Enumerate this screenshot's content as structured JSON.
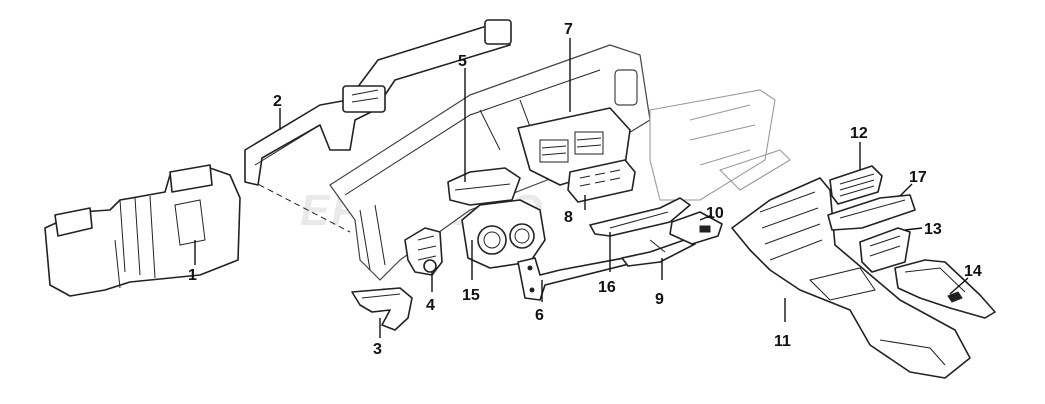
{
  "watermark": "EPC-AUTO",
  "callouts": [
    {
      "id": "1",
      "label": "1"
    },
    {
      "id": "2",
      "label": "2"
    },
    {
      "id": "3",
      "label": "3"
    },
    {
      "id": "4",
      "label": "4"
    },
    {
      "id": "5",
      "label": "5"
    },
    {
      "id": "6",
      "label": "6"
    },
    {
      "id": "7",
      "label": "7"
    },
    {
      "id": "8",
      "label": "8"
    },
    {
      "id": "9",
      "label": "9"
    },
    {
      "id": "10",
      "label": "10"
    },
    {
      "id": "11",
      "label": "11"
    },
    {
      "id": "12",
      "label": "12"
    },
    {
      "id": "13",
      "label": "13"
    },
    {
      "id": "14",
      "label": "14"
    },
    {
      "id": "15",
      "label": "15"
    },
    {
      "id": "16",
      "label": "16"
    },
    {
      "id": "17",
      "label": "17"
    }
  ]
}
